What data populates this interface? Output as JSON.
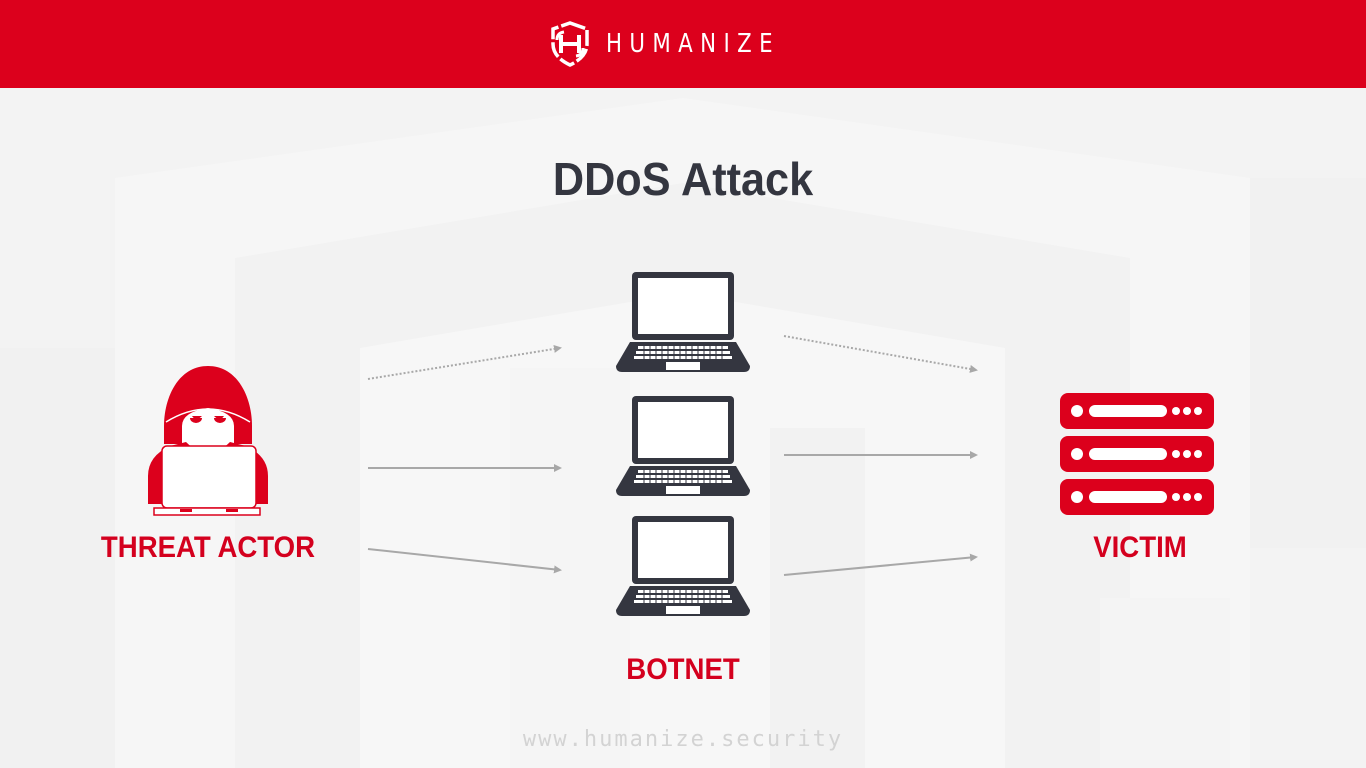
{
  "header": {
    "brand": "HUMANIZE",
    "background_color": "#dc001c",
    "logo_icon": "shield-h-icon"
  },
  "main": {
    "title": "DDoS Attack",
    "nodes": {
      "threat_actor": {
        "label": "THREAT ACTOR",
        "icon": "hacker-icon"
      },
      "botnet": {
        "label": "BOTNET",
        "icon": "laptop-icon",
        "count": 3
      },
      "victim": {
        "label": "VICTIM",
        "icon": "server-stack-icon"
      }
    },
    "arrows": [
      {
        "from": "threat_actor",
        "to": "botnet-laptop-1",
        "style": "dotted"
      },
      {
        "from": "threat_actor",
        "to": "botnet-laptop-2",
        "style": "solid"
      },
      {
        "from": "threat_actor",
        "to": "botnet-laptop-3",
        "style": "solid"
      },
      {
        "from": "botnet-laptop-1",
        "to": "victim",
        "style": "dotted"
      },
      {
        "from": "botnet-laptop-2",
        "to": "victim",
        "style": "solid"
      },
      {
        "from": "botnet-laptop-3",
        "to": "victim",
        "style": "solid"
      }
    ]
  },
  "colors": {
    "accent_red": "#dc001c",
    "title_dark": "#343640",
    "laptop_dark": "#343640",
    "arrow_gray": "#a8a8a8",
    "footer_gray": "#d3d3d3"
  },
  "footer": {
    "url": "www.humanize.security"
  }
}
